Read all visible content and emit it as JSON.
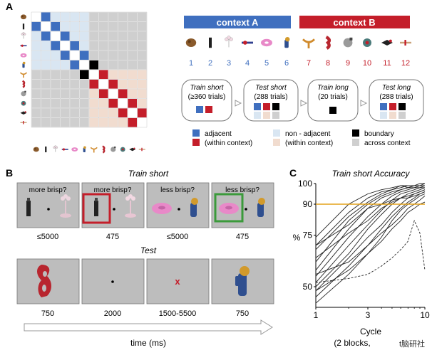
{
  "panel_labels": {
    "a": "A",
    "b": "B",
    "c": "C"
  },
  "colors": {
    "blue_dark": "#3f6fbf",
    "blue_light": "#d9e6f2",
    "red_dark": "#c41e2a",
    "red_light": "#f1dccf",
    "black": "#000000",
    "gray": "#cfcfcf",
    "gray_panel": "#bdbdbd",
    "orange_line": "#e3a21a",
    "correct_green": "#3b9a3b"
  },
  "panel_a": {
    "context_a_label": "context A",
    "context_b_label": "context B",
    "object_numbers": [
      "1",
      "2",
      "3",
      "4",
      "5",
      "6",
      "7",
      "8",
      "9",
      "10",
      "11",
      "12"
    ],
    "phases": [
      {
        "title": "Train short",
        "sub": "(≥360 trials)"
      },
      {
        "title": "Test short",
        "sub": "(288 trials)"
      },
      {
        "title": "Train long",
        "sub": "(20 trials)"
      },
      {
        "title": "Test long",
        "sub": "(288 trials)"
      }
    ],
    "legend": {
      "adjacent": "adjacent",
      "within_context": "(within context)",
      "non_adjacent": "non - adjacent",
      "within_context_2": "(within context)",
      "boundary": "boundary",
      "across_context": "across context"
    }
  },
  "panel_b": {
    "title_train": "Train short",
    "title_test": "Test",
    "train_prompts": [
      "more brisp?",
      "more brisp?",
      "less brisp?",
      "less brisp?"
    ],
    "train_durations": [
      "≤5000",
      "475",
      "≤5000",
      "475"
    ],
    "test_durations": [
      "750",
      "2000",
      "1500-5500",
      "750"
    ],
    "x_mark": "x",
    "time_label": "time (ms)"
  },
  "panel_c": {
    "title": "Train short Accuracy",
    "ylabel": "%",
    "xlabel": "Cycle",
    "xlabel2": "(2 blocks, ",
    "watermark": "t脑研社",
    "yticks": [
      "100",
      "90",
      "75",
      "50"
    ],
    "xticks": [
      "1",
      "3",
      "10"
    ]
  },
  "chart_data": {
    "type": "line",
    "title": "Train short Accuracy",
    "xlabel": "Cycle (2 blocks, ...)",
    "ylabel": "%",
    "x_scale": "log",
    "xlim": [
      1,
      10
    ],
    "ylim": [
      40,
      100
    ],
    "threshold": 90,
    "x": [
      1,
      2,
      3,
      4,
      5,
      6,
      7,
      8,
      9,
      10
    ],
    "series": [
      {
        "values": [
          74,
          90,
          95,
          97,
          98,
          99,
          99,
          99,
          99,
          100
        ]
      },
      {
        "values": [
          70,
          86,
          93,
          96,
          97,
          99,
          98,
          99,
          100,
          100
        ]
      },
      {
        "values": [
          68,
          84,
          91,
          95,
          97,
          98,
          99,
          99,
          99,
          99
        ]
      },
      {
        "values": [
          62,
          82,
          90,
          94,
          96,
          97,
          98,
          99,
          99,
          99
        ]
      },
      {
        "values": [
          58,
          78,
          88,
          93,
          95,
          97,
          98,
          98,
          99,
          99
        ]
      },
      {
        "values": [
          55,
          74,
          84,
          90,
          94,
          96,
          97,
          98,
          98,
          99
        ]
      },
      {
        "values": [
          52,
          70,
          80,
          87,
          92,
          95,
          96,
          97,
          98,
          98
        ]
      },
      {
        "values": [
          50,
          66,
          78,
          85,
          90,
          93,
          95,
          96,
          97,
          98
        ]
      },
      {
        "values": [
          48,
          64,
          74,
          80,
          86,
          90,
          93,
          95,
          96,
          97
        ]
      },
      {
        "values": [
          45,
          60,
          70,
          78,
          84,
          88,
          91,
          93,
          95,
          96
        ]
      },
      {
        "values": [
          42,
          56,
          66,
          74,
          82,
          87,
          90,
          92,
          94,
          95
        ]
      },
      {
        "values": [
          70,
          80,
          88,
          90,
          92,
          93,
          93,
          94,
          95,
          96
        ]
      },
      {
        "values": [
          64,
          76,
          82,
          88,
          91,
          93,
          94,
          95,
          96,
          97
        ]
      },
      {
        "values": [
          56,
          62,
          70,
          76,
          80,
          84,
          88,
          90,
          92,
          94
        ]
      },
      {
        "values": [
          48,
          58,
          66,
          72,
          78,
          82,
          86,
          88,
          90,
          91
        ]
      }
    ],
    "dashed_series": {
      "values": [
        52,
        54,
        56,
        60,
        64,
        68,
        72,
        82,
        76,
        58
      ]
    }
  }
}
